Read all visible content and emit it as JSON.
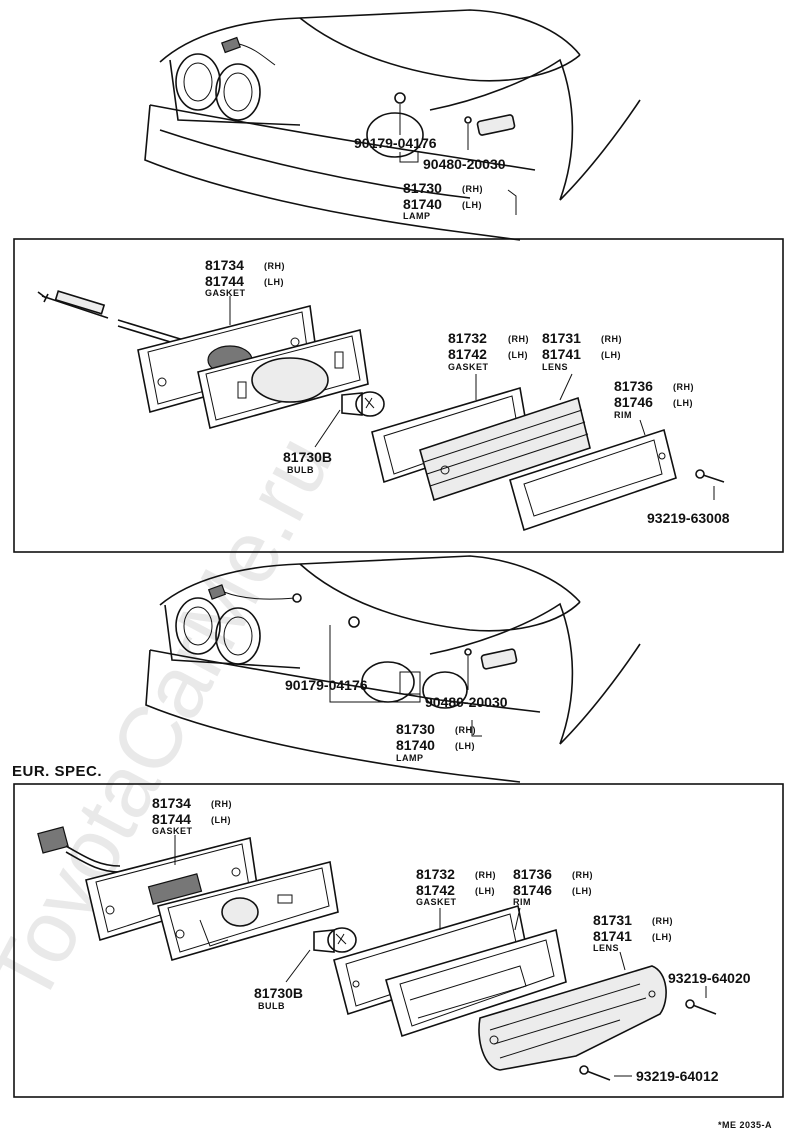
{
  "watermark": "ToyotaCarMe.ru",
  "header": {
    "eur_spec": "EUR. SPEC."
  },
  "footer": {
    "ref": "*ME 2035-A"
  },
  "top_car": {
    "nut": "90179-04176",
    "screw": "90480-20030",
    "lamp_rh": "81730",
    "lamp_lh": "81740",
    "lamp_name": "LAMP"
  },
  "box1": {
    "gasket_rh": "81734",
    "gasket_lh": "81744",
    "gasket_name": "GASKET",
    "lens_gasket_rh": "81732",
    "lens_gasket_lh": "81742",
    "lens_gasket_name": "GASKET",
    "lens_rh": "81731",
    "lens_lh": "81741",
    "lens_name": "LENS",
    "rim_rh": "81736",
    "rim_lh": "81746",
    "rim_name": "RIM",
    "bulb": "81730B",
    "bulb_name": "BULB",
    "screw": "93219-63008"
  },
  "mid_car": {
    "nut": "90179-04176",
    "screw": "90480-20030",
    "lamp_rh": "81730",
    "lamp_lh": "81740",
    "lamp_name": "LAMP"
  },
  "box2": {
    "gasket_rh": "81734",
    "gasket_lh": "81744",
    "gasket_name": "GASKET",
    "lens_gasket_rh": "81732",
    "lens_gasket_lh": "81742",
    "lens_gasket_name": "GASKET",
    "rim_rh": "81736",
    "rim_lh": "81746",
    "rim_name": "RIM",
    "lens_rh": "81731",
    "lens_lh": "81741",
    "lens_name": "LENS",
    "bulb": "81730B",
    "bulb_name": "BULB",
    "screw_a": "93219-64020",
    "screw_b": "93219-64012"
  },
  "side": {
    "rh": "(RH)",
    "lh": "(LH)"
  }
}
